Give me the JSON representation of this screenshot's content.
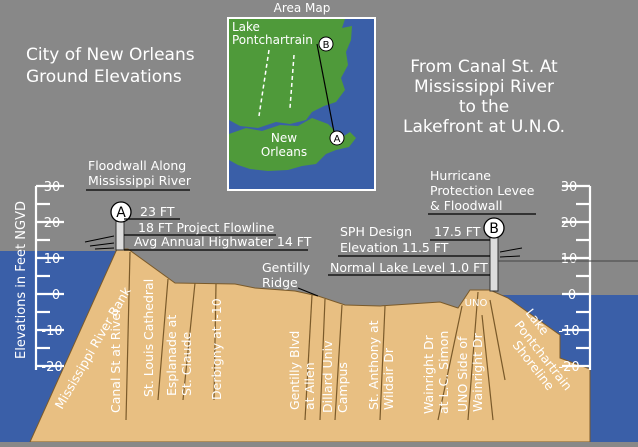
{
  "titles": {
    "title_line1": "City of New Orleans",
    "title_line2": "Ground Elevations",
    "subtitle_line1": "From Canal St. At",
    "subtitle_line2": "Mississippi River",
    "subtitle_line3": "to the",
    "subtitle_line4": "Lakefront at U.N.O."
  },
  "area_map": {
    "title": "Area Map",
    "lake_line1": "Lake",
    "lake_line2": "Pontchartrain",
    "city_line1": "New",
    "city_line2": "Orleans",
    "marker_a": "A",
    "marker_b": "B"
  },
  "y_axis": {
    "label": "Elevations in Feet NGVD",
    "left_ticks": [
      "30",
      "20",
      "10",
      "0",
      "-10",
      "-20"
    ],
    "right_ticks": [
      "30",
      "20",
      "10",
      "0",
      "-10",
      "-20"
    ]
  },
  "callouts": {
    "floodwall_line1": "Floodwall Along",
    "floodwall_line2": "Mississippi River",
    "marker_a": "A",
    "a_height": "23 FT",
    "project_flowline": "18 FT Project Flowline",
    "avg_highwater": "Avg Annual Highwater 14 FT",
    "gentilly_line1": "Gentilly",
    "gentilly_line2": "Ridge",
    "sph_line1": "SPH Design",
    "sph_line2": "Elevation 11.5 FT",
    "lake_level": "Normal Lake Level 1.0 FT",
    "levee_line1": "Hurricane",
    "levee_line2": "Protection Levee",
    "levee_line3": "& Floodwall",
    "marker_b": "B",
    "b_height": "17.5 FT",
    "uno_label": "UNO"
  },
  "profile_labels": {
    "river_bank": "Mississippi River Bank",
    "canal": "Canal St at River",
    "cathedral": "St. Louis Cathedral",
    "esplanade_line1": "Esplanade at",
    "esplanade_line2": "St. Claude",
    "derbigny": "Derbigny at I-10",
    "gentilly_blvd_line1": "Gentilly Blvd",
    "gentilly_blvd_line2": "at Allen",
    "dillard_line1": "Dillard Univ",
    "dillard_line2": "Campus",
    "st_anthony_line1": "St. Anthony at",
    "st_anthony_line2": "Wildair Dr",
    "wainright_line1": "Wainright Dr",
    "wainright_line2": "at L.C. Simon",
    "uno_side_line1": "UNO Side of",
    "uno_side_line2": "Wainright Dr",
    "lake_shoreline_line1": "Lake",
    "lake_shoreline_line2": "Pontchartrain",
    "lake_shoreline_line3": "Shoreline"
  },
  "colors": {
    "background": "#888888",
    "ground": "#e8bf82",
    "water": "#3a5fa8",
    "land": "#4f9a3a",
    "text": "#ffffff"
  }
}
